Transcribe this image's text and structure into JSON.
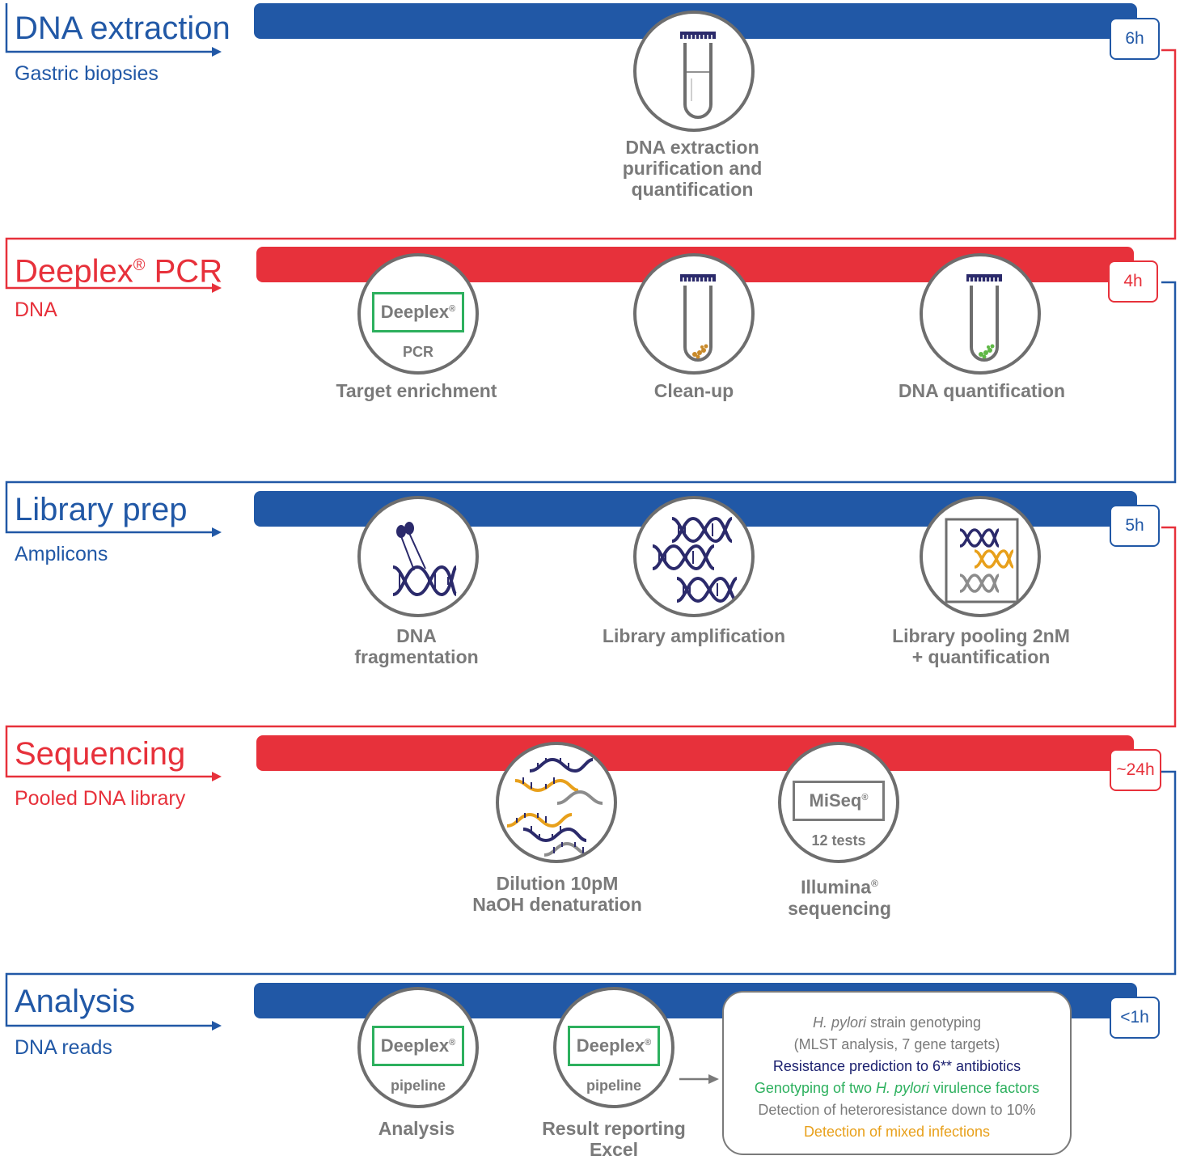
{
  "colors": {
    "blue": "#2158a6",
    "red": "#e7313b",
    "grey": "#7a7a7a",
    "green": "#2db05e",
    "navy": "#1a1f6e",
    "orange": "#e8a01b",
    "dna_dark": "#2b2a6b"
  },
  "stages": [
    {
      "title": "DNA extraction",
      "subtitle": "Gastric biopsies",
      "time": "6h",
      "color": "blue"
    },
    {
      "title": "Deeplex",
      "title_mark": "®",
      "title_rest": " PCR",
      "subtitle": "DNA",
      "time": "4h",
      "color": "red"
    },
    {
      "title": "Library prep",
      "subtitle": "Amplicons",
      "time": "5h",
      "color": "blue"
    },
    {
      "title": "Sequencing",
      "subtitle": "Pooled DNA library",
      "time": "~24h",
      "color": "red"
    },
    {
      "title": "Analysis",
      "subtitle": "DNA reads",
      "time": "<1h",
      "color": "blue"
    }
  ],
  "steps": {
    "extraction": {
      "label_lines": [
        "DNA extraction",
        "purification and",
        "quantification"
      ],
      "icon": "test-tube-icon"
    },
    "target_enrichment": {
      "label": "Target enrichment",
      "brand": "Deeplex",
      "brand_mark": "®",
      "brand_sub": "PCR",
      "icon": "deeplex-pcr-icon"
    },
    "cleanup": {
      "label": "Clean-up",
      "icon": "test-tube-orange-icon"
    },
    "dna_quant": {
      "label": "DNA quantification",
      "icon": "test-tube-green-icon"
    },
    "fragmentation": {
      "label_lines": [
        "DNA",
        "fragmentation"
      ],
      "icon": "dna-fragmentation-icon"
    },
    "library_amp": {
      "label": "Library amplification",
      "icon": "dna-amplification-icon"
    },
    "pooling": {
      "label_lines": [
        "Library pooling 2nM",
        "+ quantification"
      ],
      "icon": "dna-pooling-icon"
    },
    "dilution": {
      "label_lines": [
        "Dilution 10pM",
        "NaOH denaturation"
      ],
      "icon": "dna-denaturation-icon"
    },
    "illumina": {
      "label_line1": "Illumina",
      "label_mark": "®",
      "label_line2": "sequencing",
      "brand": "MiSeq",
      "brand_mark": "®",
      "brand_sub": "12 tests",
      "icon": "miseq-icon"
    },
    "analysis": {
      "label": "Analysis",
      "brand": "Deeplex",
      "brand_mark": "®",
      "brand_sub": "pipeline",
      "icon": "deeplex-pipeline-icon"
    },
    "reporting": {
      "label_lines": [
        "Result reporting",
        "Excel"
      ],
      "brand": "Deeplex",
      "brand_mark": "®",
      "brand_sub": "pipeline",
      "icon": "deeplex-pipeline-icon"
    }
  },
  "results_box": {
    "line1_italic": "H. pylori",
    "line1_rest": " strain genotyping",
    "line2": "(MLST analysis, 7 gene targets)",
    "line3": "Resistance prediction to 6** antibiotics",
    "line4_pre": "Genotyping of two ",
    "line4_italic": "H. pylori",
    "line4_post": " virulence factors",
    "line5": "Detection of heteroresistance down to 10%",
    "line6": "Detection of mixed infections"
  }
}
